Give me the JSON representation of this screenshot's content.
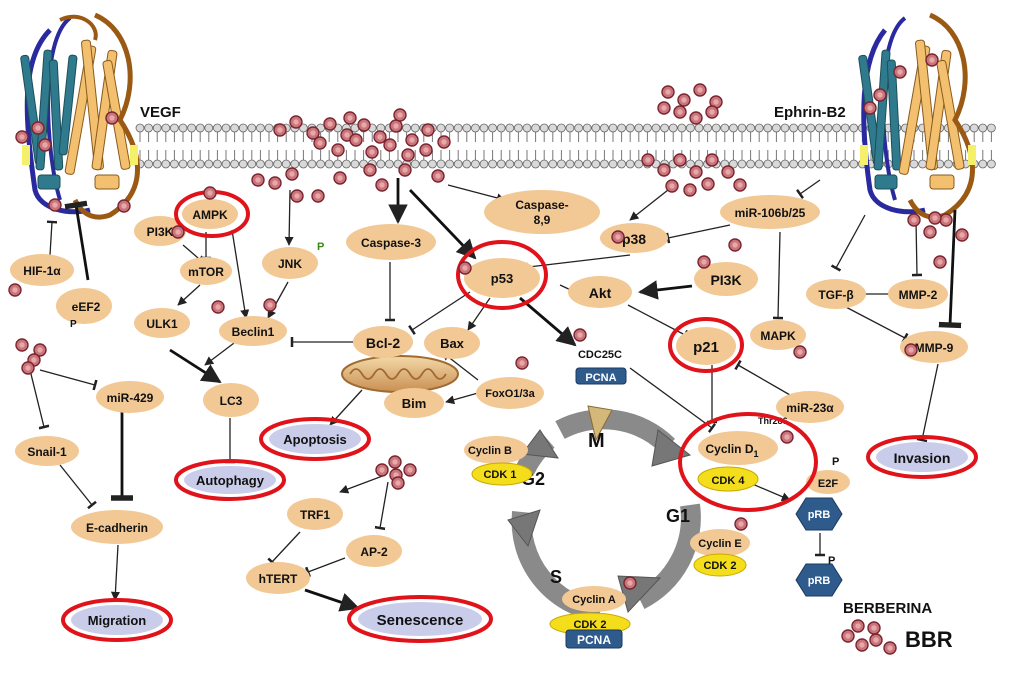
{
  "receptors": {
    "left": "VEGF",
    "right": "Ephrin-B2"
  },
  "nodes": {
    "hif": "HIF-1α",
    "eef2": "eEF2",
    "eef2_p": "P",
    "pi3k_left": "PI3K",
    "ampk": "AMPK",
    "mtor": "mTOR",
    "ulk1": "ULK1",
    "beclin1": "Beclin1",
    "lc3": "LC3",
    "jnk": "JNK",
    "jnk_p": "P",
    "caspase3": "Caspase-3",
    "caspase89_line1": "Caspase-",
    "caspase89_line2": "8,9",
    "p38": "p38",
    "mir106": "miR-106b/25",
    "p53": "p53",
    "pi3k_right": "PI3K",
    "akt": "Akt",
    "bcl2": "Bcl-2",
    "bax": "Bax",
    "bim": "Bim",
    "foxo": "FoxO1/3a",
    "cdc25c": "CDC25C",
    "pcna_top": "PCNA",
    "p21": "p21",
    "mapk": "MAPK",
    "mir23": "miR-23α",
    "tgfb": "TGF-β",
    "mmp2": "MMP-2",
    "mmp9": "MMP-9",
    "mir429": "miR-429",
    "snail": "Snail-1",
    "ecad": "E-cadherin",
    "trf1": "TRF1",
    "ap2": "AP-2",
    "htert": "hTERT",
    "cyclin_b": "Cyclin B",
    "cdk1": "CDK 1",
    "cyclin_d1": "Cyclin D",
    "cyclin_d1_sub": "1",
    "thr286": "Thr286",
    "cdk4": "CDK 4",
    "e2f": "E2F",
    "e2f_p": "P",
    "prb1": "pRB",
    "prb2": "pRB",
    "prb2_p": "P",
    "cyclin_e": "Cyclin E",
    "cdk2_g1": "CDK 2",
    "cyclin_a": "Cyclin A",
    "cdk2_s": "CDK 2",
    "pcna_bottom": "PCNA"
  },
  "phases": {
    "m": "M",
    "g2": "G2",
    "g1": "G1",
    "s": "S"
  },
  "outcomes": {
    "apoptosis": "Apoptosis",
    "autophagy": "Autophagy",
    "invasion": "Invasion",
    "migration": "Migration",
    "senescence": "Senescence"
  },
  "legend": {
    "name": "BERBERINA",
    "abbr": "BBR"
  },
  "colors": {
    "node": "#f2c894",
    "outcome": "#c9cdea",
    "highlight": "#e0121a",
    "pcna": "#2e5a8c",
    "cdk": "#f4de1c",
    "bead": "#c9767a"
  }
}
